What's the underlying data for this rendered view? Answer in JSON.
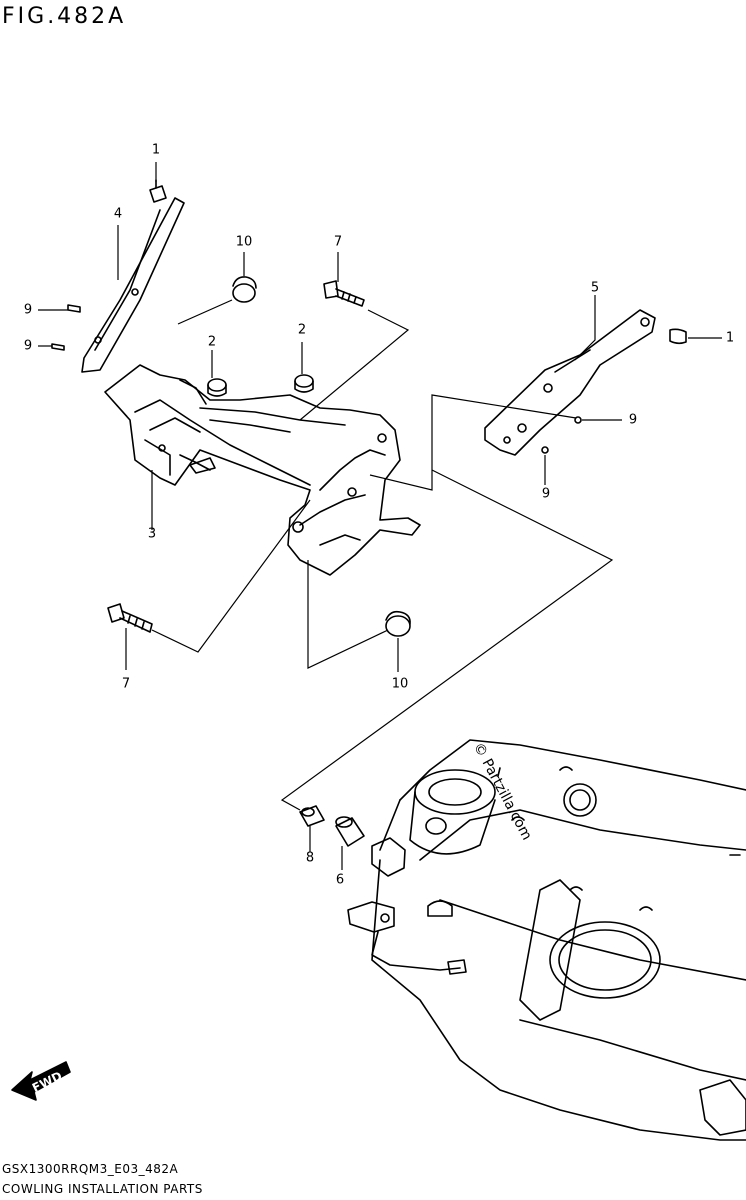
{
  "header": {
    "title": "FIG.482A"
  },
  "footer": {
    "model_code": "GSX1300RRQM3_E03_482A",
    "section_name": "COWLING INSTALLATION PARTS"
  },
  "callouts": [
    {
      "id": "c1a",
      "label": "1"
    },
    {
      "id": "c1b",
      "label": "1"
    },
    {
      "id": "c2a",
      "label": "2"
    },
    {
      "id": "c2b",
      "label": "2"
    },
    {
      "id": "c3",
      "label": "3"
    },
    {
      "id": "c4",
      "label": "4"
    },
    {
      "id": "c5",
      "label": "5"
    },
    {
      "id": "c6",
      "label": "6"
    },
    {
      "id": "c7a",
      "label": "7"
    },
    {
      "id": "c7b",
      "label": "7"
    },
    {
      "id": "c8",
      "label": "8"
    },
    {
      "id": "c9a",
      "label": "9"
    },
    {
      "id": "c9b",
      "label": "9"
    },
    {
      "id": "c9c",
      "label": "9"
    },
    {
      "id": "c9d",
      "label": "9"
    },
    {
      "id": "c10a",
      "label": "10"
    },
    {
      "id": "c10b",
      "label": "10"
    }
  ],
  "watermark": {
    "text": "© Partzilla.com"
  },
  "direction_indicator": {
    "label": "FWD"
  }
}
